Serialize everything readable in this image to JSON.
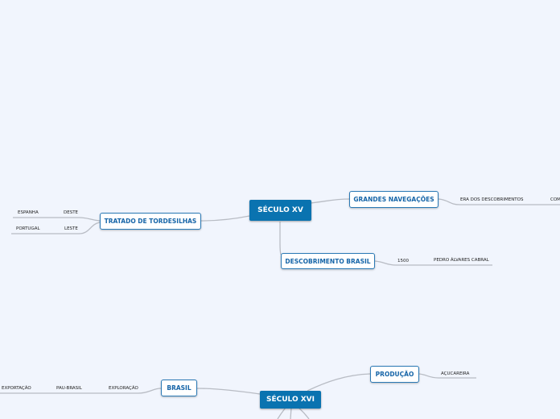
{
  "map": {
    "root1": {
      "label": "SÉCULO XV"
    },
    "grandes_navegacoes": {
      "label": "GRANDES NAVEGAÇÕES",
      "children": [
        "ERA DOS DESCOBRIMENTOS",
        "COM"
      ]
    },
    "tratado": {
      "label": "TRATADO DE TORDESILHAS",
      "children": [
        "DESTE",
        "ESPANHA",
        "LESTE",
        "PORTUGAL"
      ]
    },
    "descobrimento": {
      "label": "DESCOBRIMENTO BRASIL",
      "children": [
        "1500",
        "PEDRO ÁLVARES CABRAL"
      ]
    },
    "root2": {
      "label": "SÉCULO XVI"
    },
    "producao": {
      "label": "PRODUÇÃO",
      "children": [
        "AÇUCAREIRA"
      ]
    },
    "brasil": {
      "label": "BRASIL",
      "children": [
        "EXPLORAÇÃO",
        "PAU-BRASIL",
        "EXPORTAÇÃO"
      ]
    }
  },
  "colors": {
    "background": "#f1f5fd",
    "central_fill": "#0a73b0",
    "branch_border": "#2a79b5",
    "connector": "#b8bcc4"
  }
}
